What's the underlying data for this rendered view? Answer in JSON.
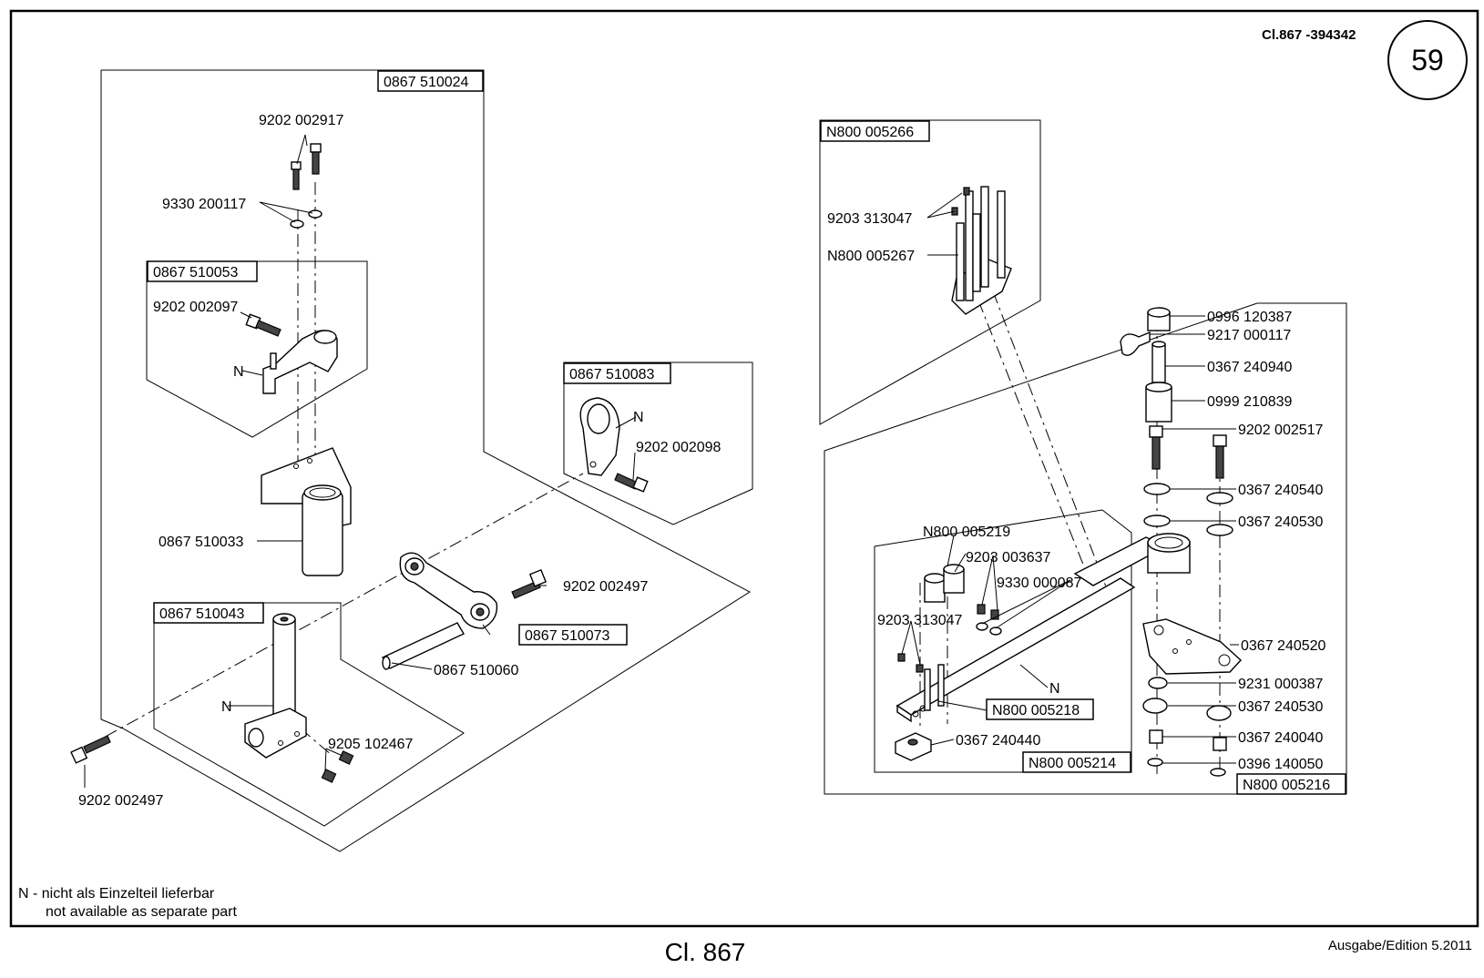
{
  "header": {
    "class_ref": "Cl.867 -394342",
    "page_number": "59"
  },
  "footer": {
    "note_line1": "N - nicht als Einzelteil lieferbar",
    "note_line2": "not available as separate part",
    "class_title": "Cl. 867",
    "edition": "Ausgabe/Edition  5.2011"
  },
  "boxed_labels": [
    "0867 510024",
    "0867 510053",
    "0867 510043",
    "0867 510083",
    "0867 510073",
    "N800 005266",
    "N800 005218",
    "N800 005214",
    "N800 005216"
  ],
  "labels": {
    "l1": "9202 002917",
    "l2": "9330 200117",
    "l3": "9202 002097",
    "l4": "N",
    "l5": "0867 510033",
    "l6": "N",
    "l7": "9205 102467",
    "l8": "9202 002497",
    "l9": "9202 002497",
    "l10": "0867 510060",
    "l11": "N",
    "l12": "9202 002098",
    "l13": "9203 313047",
    "l14": "N800 005267",
    "l15": "0996 120387",
    "l16": "9217 000117",
    "l17": "0367 240940",
    "l18": "0999 210839",
    "l19": "9202 002517",
    "l20": "0367 240540",
    "l21": "0367 240530",
    "l22": "N800 005219",
    "l23": "9203 003637",
    "l24": "9330 000087",
    "l25": "9203 313047",
    "l26": "N",
    "l27": "0367 240440",
    "l28": "0367 240520",
    "l29": "9231 000387",
    "l30": "0367 240530",
    "l31": "0367 240040",
    "l32": "0396 140050"
  }
}
